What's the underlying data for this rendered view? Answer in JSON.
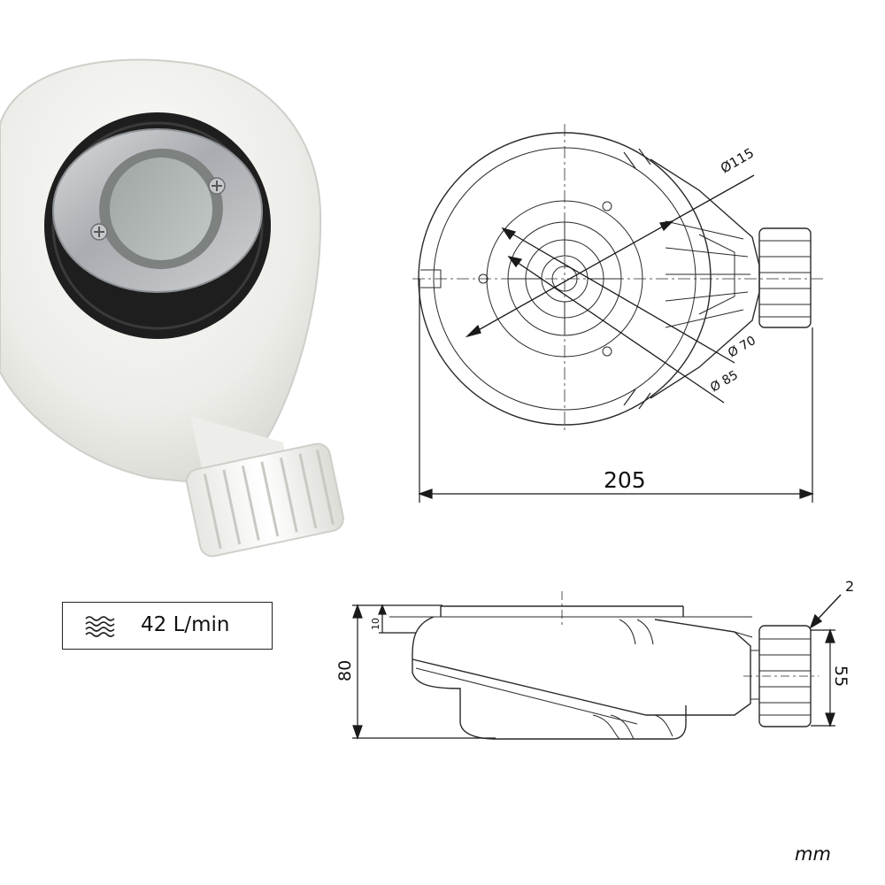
{
  "product_photo": {
    "icon": "shower-drain-trap-photo"
  },
  "top_view": {
    "overall_width": "205",
    "diameter_outer": "Ø115",
    "diameter_mid": "Ø 70",
    "diameter_inner": "Ø 85"
  },
  "side_view": {
    "height_total": "80",
    "height_rim": "10",
    "outlet_height": "55",
    "callout_number": "2"
  },
  "flow_rate": {
    "icon": "water-waves-icon",
    "text": "42 L/min"
  },
  "units": "mm",
  "colors": {
    "drawing_line": "#2a2a2a",
    "plastic_white": "#f2f2ef",
    "chrome": "#b9bcbf",
    "rubber_black": "#1e1e1e"
  }
}
